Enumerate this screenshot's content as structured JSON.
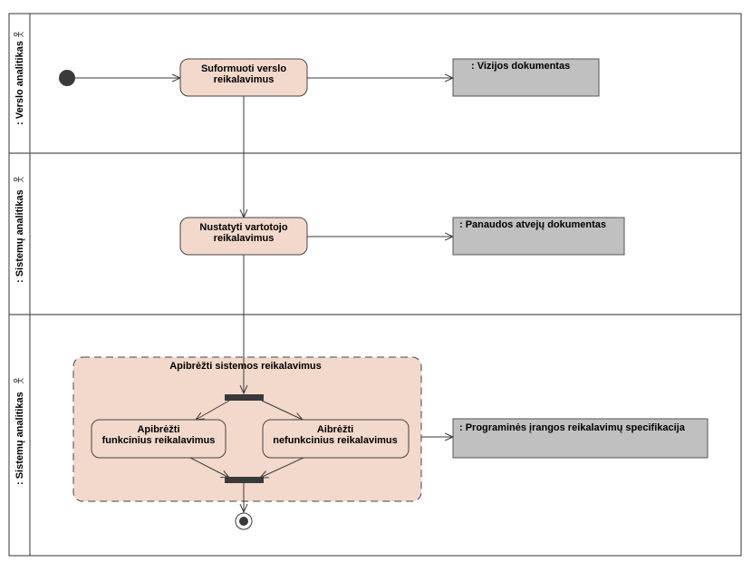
{
  "diagram": {
    "type": "uml-activity-diagram",
    "lanes": [
      {
        "label": ": Verslo analitikas"
      },
      {
        "label": ": Sistemų analitikas"
      },
      {
        "label": ": Sistemų analitikas"
      }
    ],
    "actions": {
      "formulate": {
        "line1": "Suformuoti verslo",
        "line2": "reikalavimus"
      },
      "identify": {
        "line1": "Nustatyti vartotojo",
        "line2": "reikalavimus"
      },
      "functional": {
        "line1": "Apibrėžti",
        "line2": "funkcinius reikalavimus"
      },
      "nonfunctional": {
        "line1": "Aibrėžti",
        "line2": "nefunkcinius reikalavimus"
      }
    },
    "composite": {
      "title": "Apibrėžti sistemos reikalavimus"
    },
    "objects": {
      "vision": {
        "label": ": Vizijos dokumentas"
      },
      "usecase": {
        "label": ": Panaudos atvejų dokumentas"
      },
      "srs": {
        "label": ": Programinės įrangos reikalavimų specifikacija"
      }
    },
    "colors": {
      "action_fill": "#f2d9cb",
      "object_fill": "#c0c0c0",
      "bar": "#3a3a3a",
      "line": "#3a3a3a"
    },
    "icons": [
      "actor-icon",
      "initial-node-icon",
      "final-node-icon",
      "fork-bar",
      "join-bar"
    ]
  }
}
